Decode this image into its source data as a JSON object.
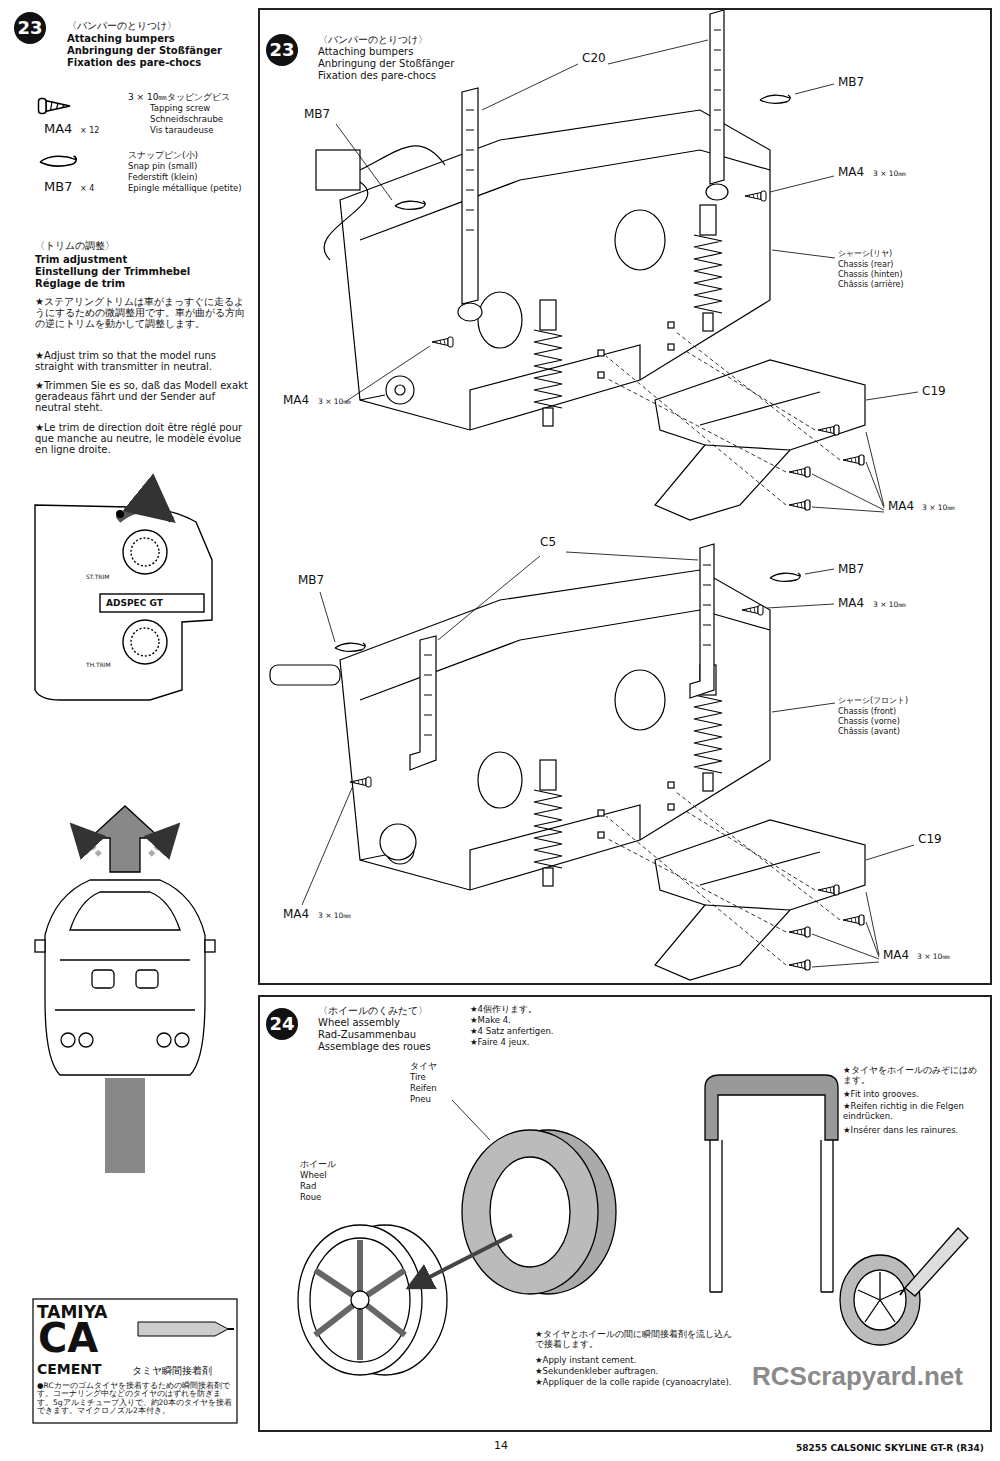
{
  "diagram": {
    "nodes": [
      {
        "text": [
          "〈バンパーのとりつけ〉",
          "Attaching bumpers",
          "Anbringung der Stoßfänger",
          "Fixation des pare-chocs"
        ]
      },
      {
        "text": [
          "〈ホイールのくみたて〉",
          "Wheel assembly",
          "Rad-Zusammenbau",
          "Assemblage des roues"
        ]
      }
    ],
    "labels": [
      "23",
      "〈バンパーのとりつけ〉",
      "Attaching bumpers",
      "Anbringung der Stoßfänger",
      "Fixation des pare-chocs",
      "3 × 10㎜タッピングビス",
      "Tapping screw",
      "Schneidschraube",
      "Vis taraudeuse",
      "MA4",
      "× 12",
      "スナップピン(小)",
      "Snap pin (small)",
      "Federstift (klein)",
      "Epingle métallique (petite)",
      "MB7",
      "× 4",
      "〈トリムの調整〉",
      "Trim adjustment",
      "Einstellung der Trimmhebel",
      "Réglage de trim",
      "★ステアリングトリムは車がまっすぐに走るようにするための微調整用です。車が曲がる方向の逆にトリムを動かして調整します。",
      "★Adjust trim so that the model runs straight with transmitter in neutral.",
      "★Trimmen Sie es so, daß das Modell exakt geradeaus fährt und der Sender auf neutral steht.",
      "★Le trim de direction doit être réglé pour que manche au neutre, le modèle évolue en ligne droite.",
      "ST.TRIM",
      "ADSPEC GT",
      "TH.TRIM",
      "TAMIYA",
      "CA",
      "CEMENT",
      "タミヤ瞬間接着剤",
      "●RCカーのゴムタイヤを接着するための瞬間接着剤です。コーナリング中などのタイヤのはずれを防ぎます。5gアルミチューブ入りで、約20本のタイヤを接着できます。マイクロノズル2本付き。",
      "23",
      "C20",
      "MB7",
      "MB7",
      "MA4",
      "3 × 10㎜",
      "シャーシ(リヤ)",
      "Chassis (rear)",
      "Chassis (hinten)",
      "Châssis (arrière)",
      "MA4",
      "3 × 10㎜",
      "C19",
      "MA4",
      "3 × 10㎜",
      "C5",
      "MB7",
      "MB7",
      "MA4",
      "3 × 10㎜",
      "シャーシ(フロント)",
      "Chassis (front)",
      "Chassis (vorne)",
      "Châssis (avant)",
      "C19",
      "MA4",
      "3 × 10㎜",
      "MA4",
      "3 × 10㎜",
      "24",
      "★4個作ります。",
      "★Make 4.",
      "★4 Satz anfertigen.",
      "★Faire 4 jeux.",
      "タイヤ",
      "Tire",
      "Reifen",
      "Pneu",
      "ホイール",
      "Wheel",
      "Rad",
      "Roue",
      "★タイヤをホイールのみぞにはめます。",
      "★Fit into grooves.",
      "★Reifen richtig in die Felgen eindrücken.",
      "★Insérer dans les rainures.",
      "★タイヤとホイールの間に瞬間接着剤を流し込んで接着します。",
      "★Apply instant cement.",
      "★Sekundenkleber auftragen.",
      "★Appliquer de la colle rapide (cyanoacrylate).",
      "14",
      "58255 CALSONIC SKYLINE GT-R (R34)",
      "RCScrapyard.net"
    ]
  }
}
